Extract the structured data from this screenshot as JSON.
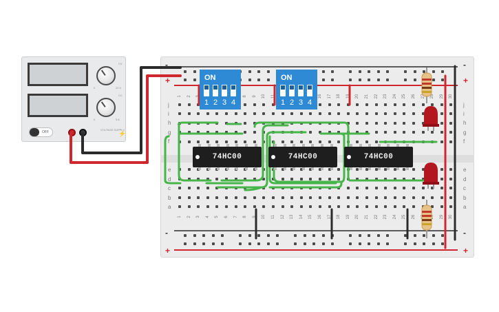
{
  "power_supply": {
    "switch_label": "OFF",
    "brand": "VOLTAGE SUPPLY",
    "knob_top_labels": [
      "0",
      "20 V"
    ],
    "knob_bottom_labels": [
      "0",
      "5 A"
    ],
    "knob_top_mode": "CV",
    "knob_bottom_mode": "CC"
  },
  "breadboard": {
    "top_rail_symbols": [
      "-",
      "+"
    ],
    "bottom_rail_symbols": [
      "-",
      "+"
    ],
    "upper_row_labels": [
      "j",
      "i",
      "h",
      "g",
      "f"
    ],
    "lower_row_labels": [
      "e",
      "d",
      "c",
      "b",
      "a"
    ],
    "column_numbers": [
      "1",
      "2",
      "3",
      "4",
      "5",
      "6",
      "7",
      "8",
      "9",
      "10",
      "11",
      "12",
      "13",
      "14",
      "15",
      "16",
      "17",
      "18",
      "19",
      "20",
      "21",
      "22",
      "23",
      "24",
      "25",
      "26",
      "27",
      "28",
      "29",
      "30"
    ]
  },
  "dip_switches": [
    {
      "on_label": "ON",
      "numbers": [
        "1",
        "2",
        "3",
        "4"
      ]
    },
    {
      "on_label": "ON",
      "numbers": [
        "1",
        "2",
        "3",
        "4"
      ]
    }
  ],
  "chips": [
    {
      "label": "74HC00"
    },
    {
      "label": "74HC00"
    },
    {
      "label": "74HC00"
    }
  ],
  "colors": {
    "wire_red": "#d0262d",
    "wire_black": "#2b2b2b",
    "wire_green": "#46b54a",
    "dip_blue": "#2f8ad6",
    "led_red": "#b3161e",
    "chip_body": "#1e1e1e"
  }
}
